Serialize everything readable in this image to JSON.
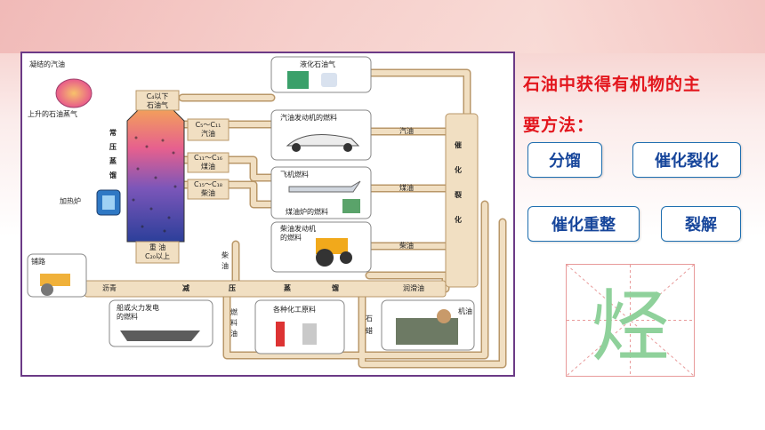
{
  "diagram": {
    "condensed_gasoline": "凝结的汽油",
    "rising_vapor": "上升的石油蒸气",
    "heating_furnace": "加热炉",
    "tower_title": [
      "常",
      "压",
      "蒸",
      "馏"
    ],
    "fraction_c4": [
      "C₄以下",
      "石油气"
    ],
    "fraction_c5": [
      "C₅～C₁₁",
      "汽油"
    ],
    "fraction_c11": [
      "C₁₁～C₁₆",
      "煤油"
    ],
    "fraction_c15": [
      "C₁₅～C₁₈",
      "柴油"
    ],
    "heavy_oil": [
      "重 油",
      "C₂₀以上"
    ],
    "lpg": "液化石油气",
    "gasoline_engine_fuel": "汽油发动机的燃料",
    "jet_fuel": "飞机燃料",
    "stove_fuel": "煤油炉的燃料",
    "diesel_engine_fuel": [
      "柴油发动机",
      "的燃料"
    ],
    "catalytic_cracking": [
      "催",
      "化",
      "裂",
      "化"
    ],
    "gasoline_label": "汽油",
    "kerosene_label": "煤油",
    "diesel_label": "柴油",
    "diesel_vertical": [
      "柴",
      "油"
    ],
    "vacuum_distillation": [
      "减",
      "压",
      "蒸",
      "馏"
    ],
    "asphalt": "沥青",
    "lubricant": "润滑油",
    "road_paving": "铺路",
    "ship_plant_fuel": [
      "船或火力发电",
      "的燃料"
    ],
    "fuel_oil": [
      "燃",
      "料",
      "油"
    ],
    "chem_raw": "各种化工原料",
    "paraffin": [
      "石",
      "蜡"
    ],
    "engine_oil": "机油"
  },
  "panel": {
    "line1": "石油中获得有机物的主",
    "line2": "要方法：",
    "btn_fractional": "分馏",
    "btn_cracking": "催化裂化",
    "btn_reforming": "催化重整",
    "btn_pyrolysis": "裂解",
    "character": "烃"
  },
  "colors": {
    "panel_text": "#e3161d",
    "button_text": "#17469b",
    "button_border": "#1f6fb0",
    "pipe": "#f1dfc2",
    "pipe_edge": "#b99768"
  }
}
